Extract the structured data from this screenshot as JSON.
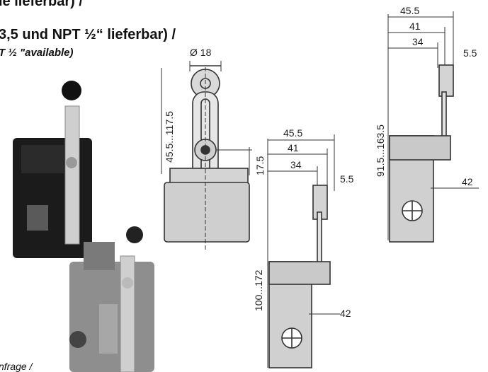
{
  "header": {
    "line1": "ie lieferbar) /",
    "line2": "3,5 und NPT ½“ lieferbar) /",
    "line3": "T ½ \"available)"
  },
  "footer": {
    "note": "nfrage /"
  },
  "drawings": {
    "front_view": {
      "diameter": "Ø 18",
      "height_range": "45.5...117.5",
      "offset": "17.5"
    },
    "side_view_a": {
      "d1": "45.5",
      "d2": "41",
      "d3": "34",
      "d4": "5.5",
      "range": "100...172",
      "d5": "42"
    },
    "side_view_b": {
      "d1": "45.5",
      "d2": "41",
      "d3": "34",
      "d4": "5.5",
      "range": "91.5...163.5",
      "d5": "42"
    }
  }
}
